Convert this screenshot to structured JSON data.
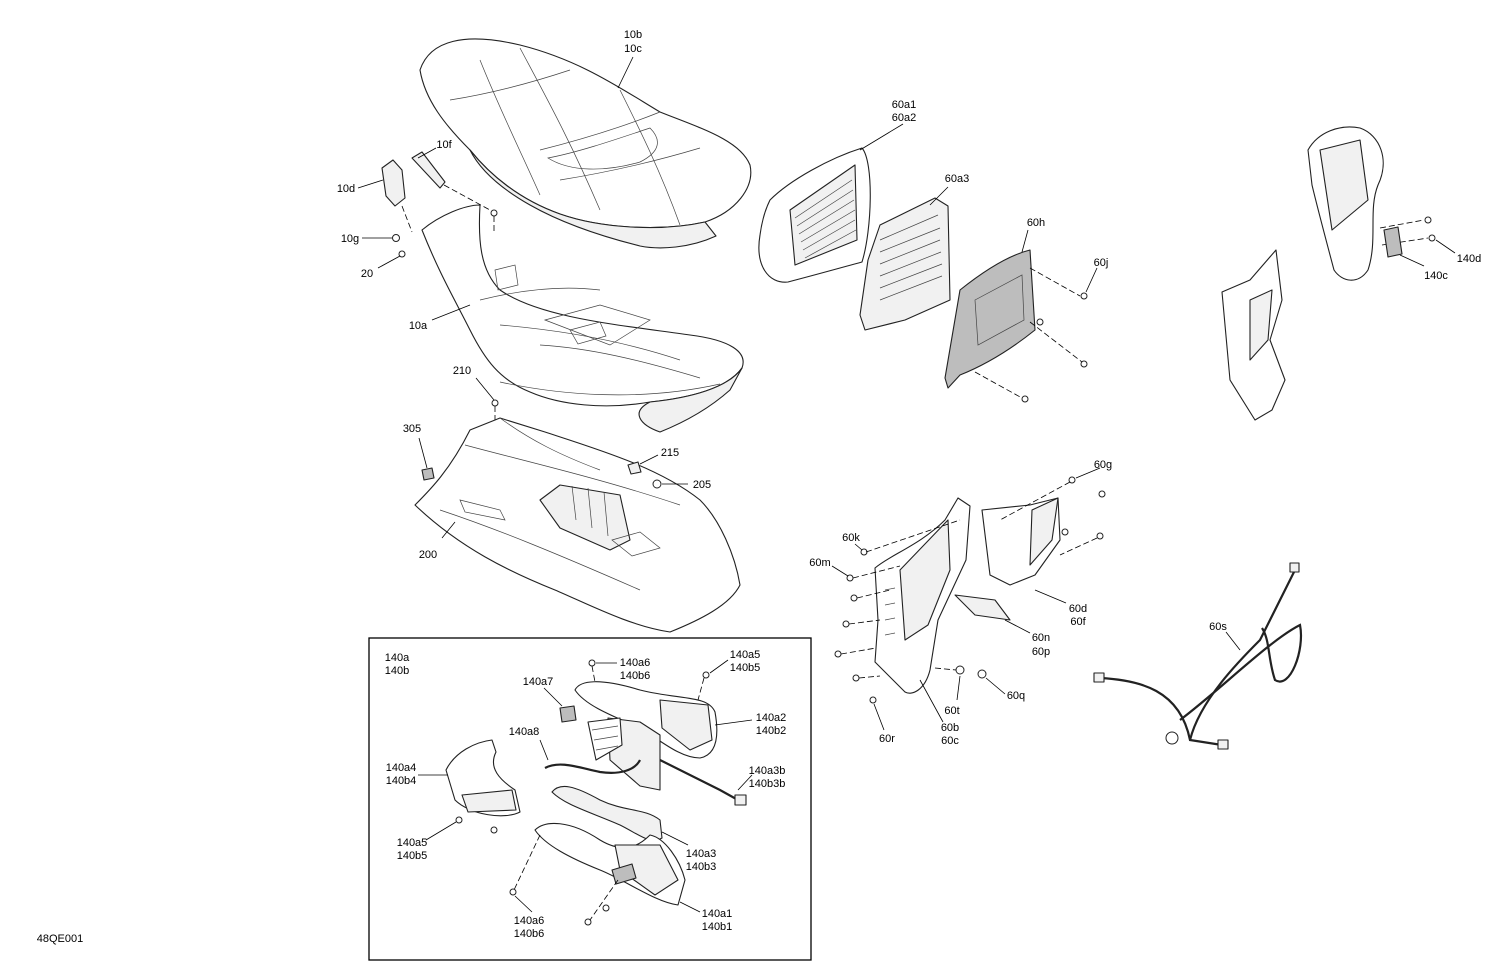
{
  "diagram_code": "48QE001",
  "callouts": {
    "seat": [
      "10b",
      "10c"
    ],
    "seat_pan": "10a",
    "cover": "10d",
    "tab": "10f",
    "grommet": "10g",
    "screw_20": "20",
    "screw_210": "210",
    "nut_305": "305",
    "clip_215": "215",
    "nut_205": "205",
    "tray": "200",
    "backrest": [
      "60a1",
      "60a2"
    ],
    "backrest_insert": "60a3",
    "backrest_plate": "60h",
    "screw_60j": "60j",
    "screw_60g": "60g",
    "screw_60k": "60k",
    "screw_60m": "60m",
    "bracket_60d": [
      "60d",
      "60f"
    ],
    "latch_60n": [
      "60n",
      "60p"
    ],
    "nut_60q": "60q",
    "washer_60t": "60t",
    "support_60b": [
      "60b",
      "60c"
    ],
    "screw_60r": "60r",
    "harness_60s": "60s",
    "armrest_screw": "140d",
    "armrest_clip": "140c",
    "armrest_assy": [
      "140a",
      "140b"
    ],
    "screw_140a6_top": [
      "140a6",
      "140b6"
    ],
    "screw_140a5_top": [
      "140a5",
      "140b5"
    ],
    "switch_140a7": "140a7",
    "armrest_top": [
      "140a2",
      "140b2"
    ],
    "heater_140a8": "140a8",
    "harness_140a3b": [
      "140a3b",
      "140b3b"
    ],
    "armrest_side": [
      "140a4",
      "140b4"
    ],
    "screw_140a5_left": [
      "140a5",
      "140b5"
    ],
    "frame_140a3": [
      "140a3",
      "140b3"
    ],
    "base_140a1": [
      "140a1",
      "140b1"
    ],
    "screw_140a6_bottom": [
      "140a6",
      "140b6"
    ]
  }
}
